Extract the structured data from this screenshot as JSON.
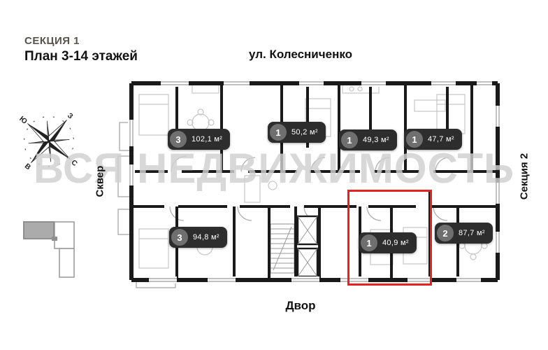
{
  "header": {
    "section_title": "СЕКЦИЯ 1",
    "plan_title": "План 3-14 этажей"
  },
  "surroundings": {
    "street": "ул. Колесниченко",
    "left_side": "Сквер",
    "right_side": "Секция 2",
    "bottom_side": "Двор"
  },
  "compass": {
    "north": "С",
    "south": "Ю",
    "west": "З",
    "east": "В"
  },
  "watermark": "ВСЯ НЕДВИЖИМОСТЬ",
  "apartments": [
    {
      "rooms": "3",
      "area": "102,1 м²",
      "highlighted": false
    },
    {
      "rooms": "1",
      "area": "50,2 м²",
      "highlighted": false
    },
    {
      "rooms": "1",
      "area": "49,3 м²",
      "highlighted": false
    },
    {
      "rooms": "1",
      "area": "47,7 м²",
      "highlighted": false
    },
    {
      "rooms": "3",
      "area": "94,8 м²",
      "highlighted": false
    },
    {
      "rooms": "1",
      "area": "40,9 м²",
      "highlighted": true
    },
    {
      "rooms": "2",
      "area": "87,7 м²",
      "highlighted": false
    }
  ],
  "colors": {
    "accent_red": "#e42320",
    "badge_background": "#2d2d2d",
    "badge_circle": "#6f6f6f",
    "section_title_gray": "#57544e",
    "wall_black": "#1a1a1a",
    "watermark_gray": "#d0d0d0"
  }
}
